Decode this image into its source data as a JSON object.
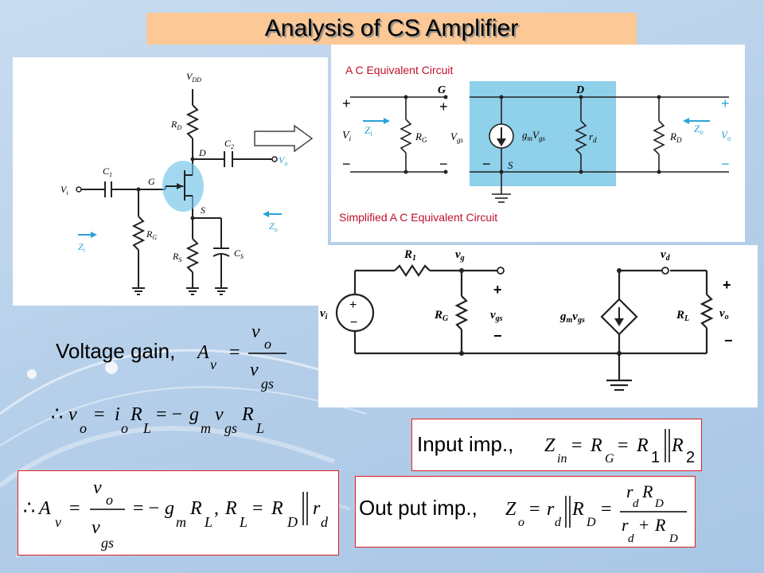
{
  "slide": {
    "title": "Analysis of CS Amplifier",
    "accent_color": "#fbc896"
  },
  "circuit_main": {
    "labels": {
      "vdd": "V",
      "vdd_sub": "DD",
      "rd": "R",
      "rd_sub": "D",
      "c2": "C",
      "c2_sub": "2",
      "d": "D",
      "vo": "V",
      "vo_sub": "o",
      "c1": "C",
      "c1_sub": "1",
      "g": "G",
      "vi": "V",
      "vi_sub": "i",
      "s": "S",
      "rg": "R",
      "rg_sub": "G",
      "rs": "R",
      "rs_sub": "S",
      "cs": "C",
      "cs_sub": "S",
      "zi": "Z",
      "zi_sub": "i",
      "zo": "Z",
      "zo_sub": "o"
    }
  },
  "ac_equiv": {
    "caption": "A C Equivalent Circuit",
    "labels": {
      "g": "G",
      "d": "D",
      "s": "S",
      "vi": "V",
      "vi_sub": "i",
      "zi": "Z",
      "zi_sub": "i",
      "rg": "R",
      "rg_sub": "G",
      "vgs": "V",
      "vgs_sub": "gs",
      "gm": "g",
      "gm_sub": "m",
      "gm_v": "V",
      "gm_vsub": "gs",
      "rd": "r",
      "rd_sub": "d",
      "rD": "R",
      "rD_sub": "D",
      "zo": "Z",
      "zo_sub": "o",
      "vo": "V",
      "vo_sub": "o",
      "plus": "+",
      "minus": "−"
    }
  },
  "simplified": {
    "caption": "Simplified A C Equivalent Circuit",
    "labels": {
      "r1": "R",
      "r1_sub": "1",
      "vg": "v",
      "vg_sub": "g",
      "vd": "v",
      "vd_sub": "d",
      "vi": "v",
      "vi_sub": "i",
      "rg": "R",
      "rg_sub": "G",
      "vgs": "v",
      "vgs_sub": "gs",
      "gm": "g",
      "gm_sub": "m",
      "gm_v": "v",
      "gm_vsub": "gs",
      "rl": "R",
      "rl_sub": "L",
      "vo": "v",
      "vo_sub": "o",
      "plus": "+",
      "minus": "−"
    }
  },
  "equations": {
    "voltage_gain_label": "Voltage gain,",
    "input_imp_label": "Input imp.,",
    "output_imp_label": "Out put imp.,"
  }
}
